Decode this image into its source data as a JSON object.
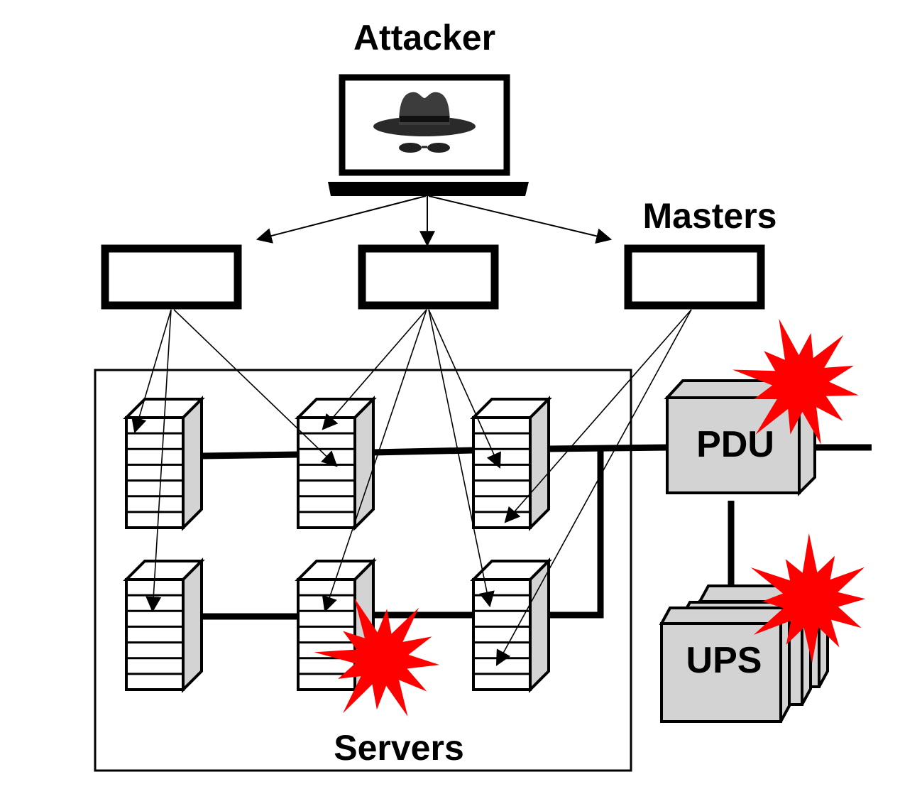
{
  "labels": {
    "attacker": "Attacker",
    "masters": "Masters",
    "servers": "Servers",
    "pdu": "PDU",
    "ups": "UPS"
  },
  "colors": {
    "explosion": "#ff0000",
    "device_fill": "#d3d3d3",
    "line": "#000000",
    "background": "#ffffff"
  },
  "icons": {
    "attacker": "spy-hat-glasses-icon",
    "server": "server-tower-icon",
    "alert": "explosion-burst-icon"
  }
}
